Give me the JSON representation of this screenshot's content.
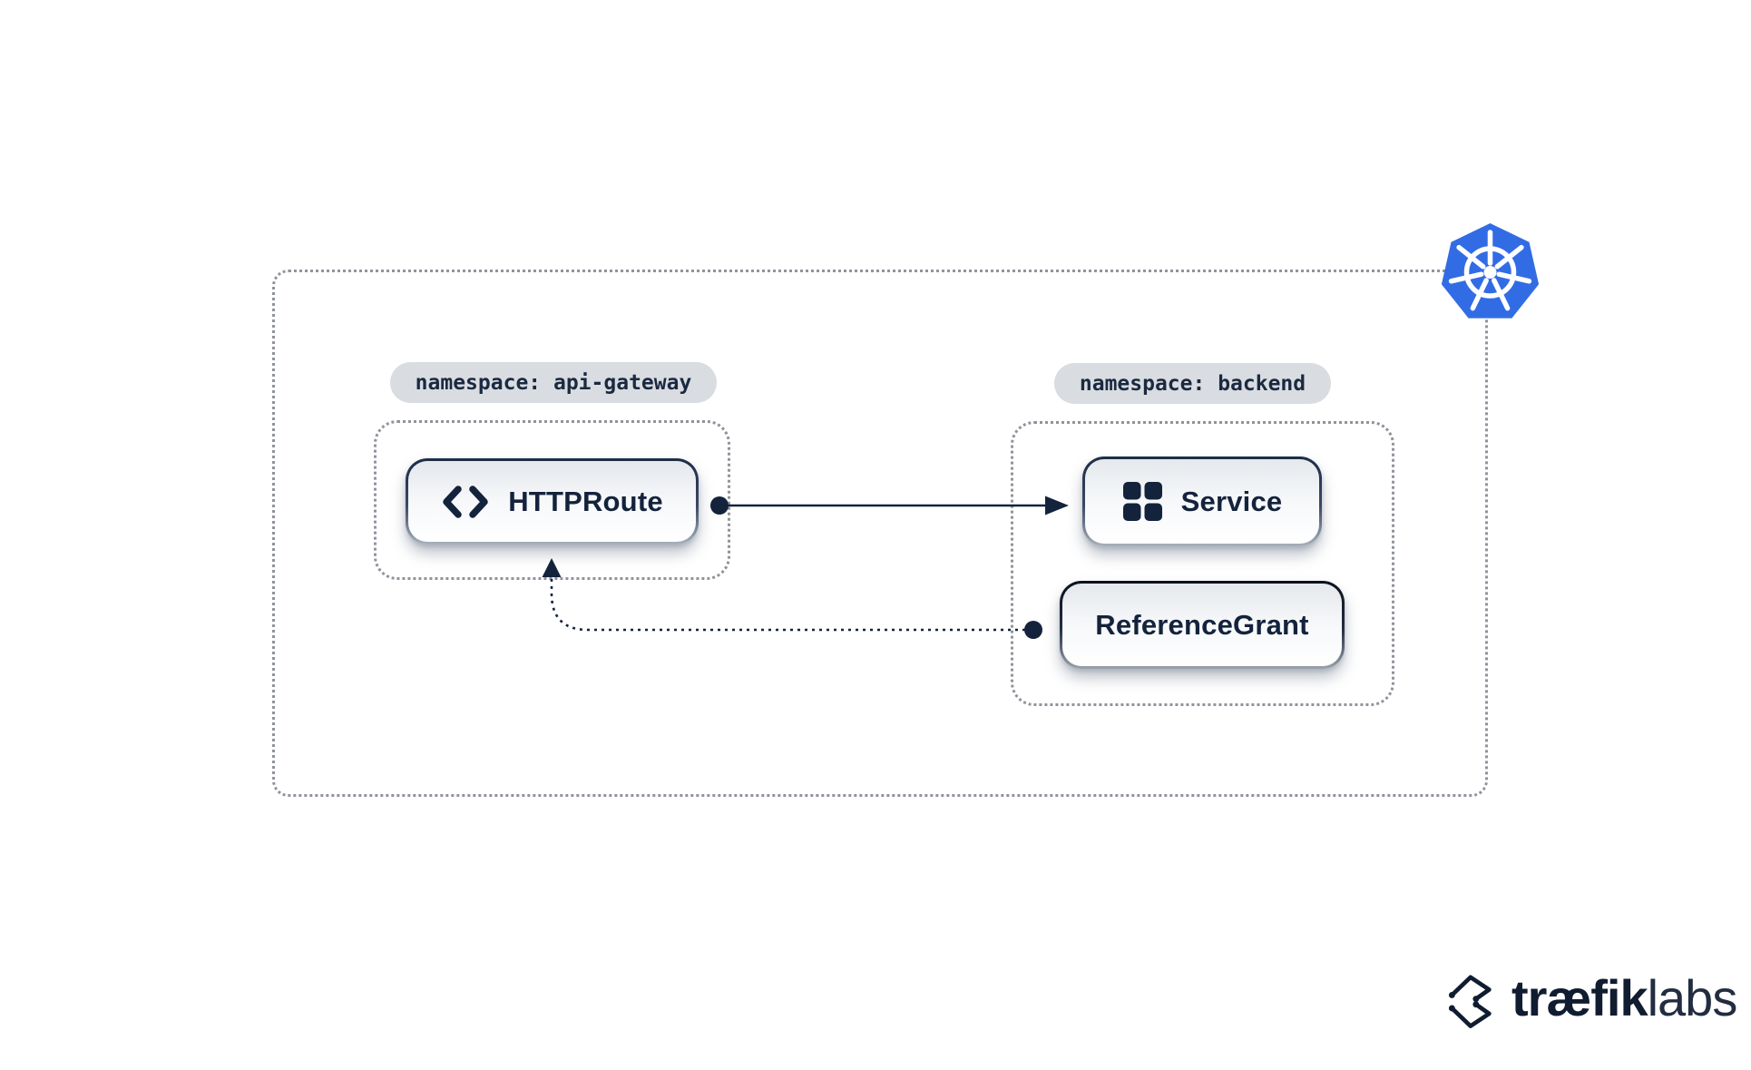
{
  "diagram": {
    "cluster": {
      "platform_icon": "kubernetes-logo",
      "namespaces": [
        {
          "id": "api-gateway",
          "label": "namespace: api-gateway",
          "nodes": [
            {
              "id": "httproute",
              "label": "HTTPRoute",
              "icon": "code-icon"
            }
          ]
        },
        {
          "id": "backend",
          "label": "namespace: backend",
          "nodes": [
            {
              "id": "service",
              "label": "Service",
              "icon": "grid-icon"
            },
            {
              "id": "referencegrant",
              "label": "ReferenceGrant",
              "icon": "none"
            }
          ]
        }
      ],
      "edges": [
        {
          "from": "HTTPRoute",
          "to": "Service",
          "style": "solid-arrow"
        },
        {
          "from": "ReferenceGrant",
          "to": "HTTPRoute",
          "style": "dotted-arrow"
        }
      ]
    },
    "footer": {
      "brand_bold": "træfik",
      "brand_light": "labs"
    },
    "colors": {
      "kubernetes_blue": "#326ce5",
      "ink_navy": "#14233c",
      "pill_bg": "#d9dde2",
      "dotted_border": "#8f949c",
      "background": "#ffffff"
    }
  }
}
